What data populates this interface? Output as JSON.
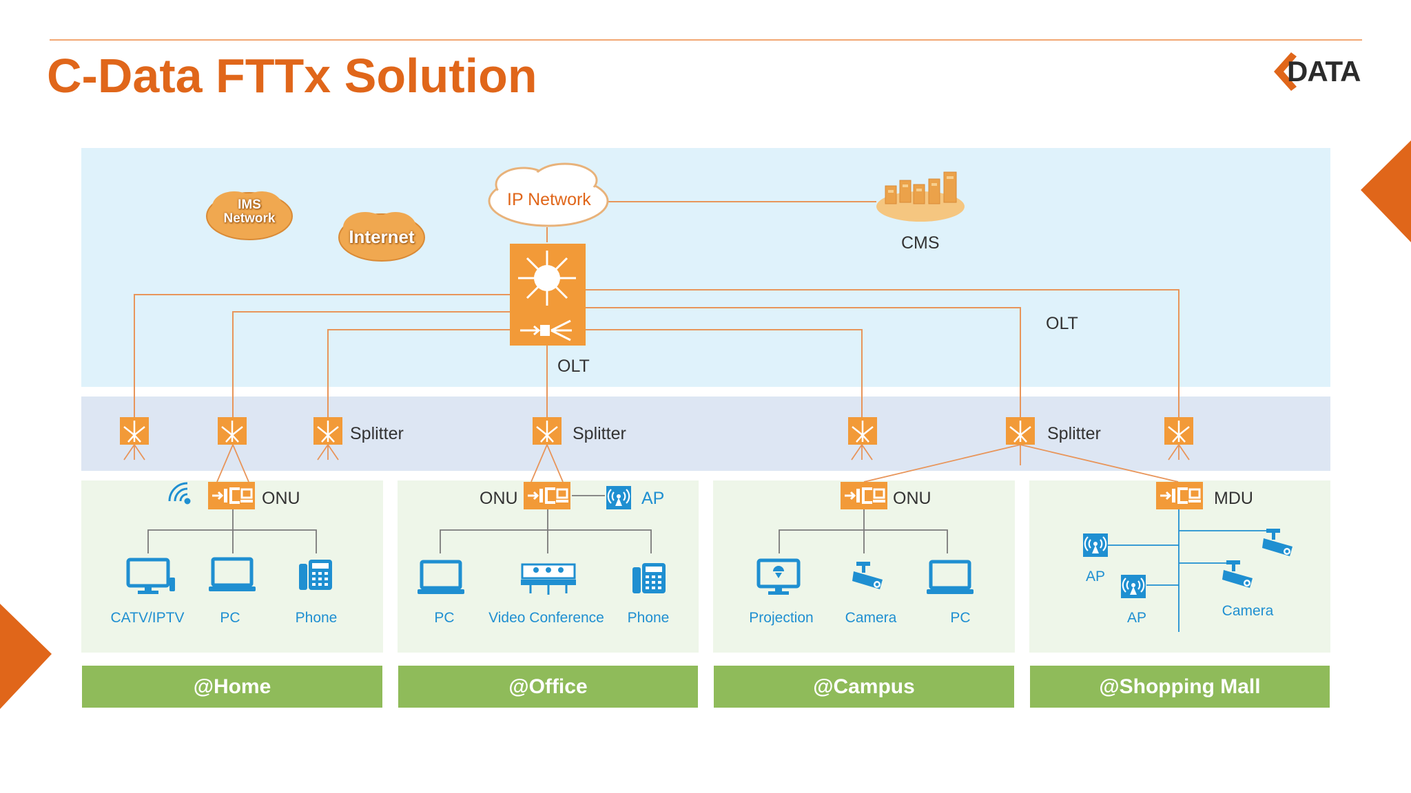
{
  "title": "C-Data FTTx Solution",
  "logo": {
    "text": "DATA",
    "icon": "c-logo-diamond-icon"
  },
  "clouds": {
    "ims": [
      "IMS",
      "Network"
    ],
    "internet": "Internet",
    "ip_network": "IP Network"
  },
  "cms_label": "CMS",
  "olt_labels": [
    "OLT",
    "OLT"
  ],
  "splitter_label": "Splitter",
  "onu_label": "ONU",
  "mdu_label": "MDU",
  "ap_label": "AP",
  "home": {
    "items": [
      "CATV/IPTV",
      "PC",
      "Phone"
    ],
    "footer": "@Home"
  },
  "office": {
    "items": [
      "PC",
      "Video Conference",
      "Phone"
    ],
    "footer": "@Office"
  },
  "campus": {
    "items": [
      "Projection",
      "Camera",
      "PC"
    ],
    "footer": "@Campus"
  },
  "mall": {
    "ap": [
      "AP",
      "AP"
    ],
    "camera": "Camera",
    "footer": "@Shopping Mall"
  },
  "colors": {
    "accent": "#e0661a",
    "device_orange": "#f29a38",
    "line": "#e8955a",
    "device_blue": "#1f8fd1",
    "footer_green": "#8fbb5a"
  }
}
